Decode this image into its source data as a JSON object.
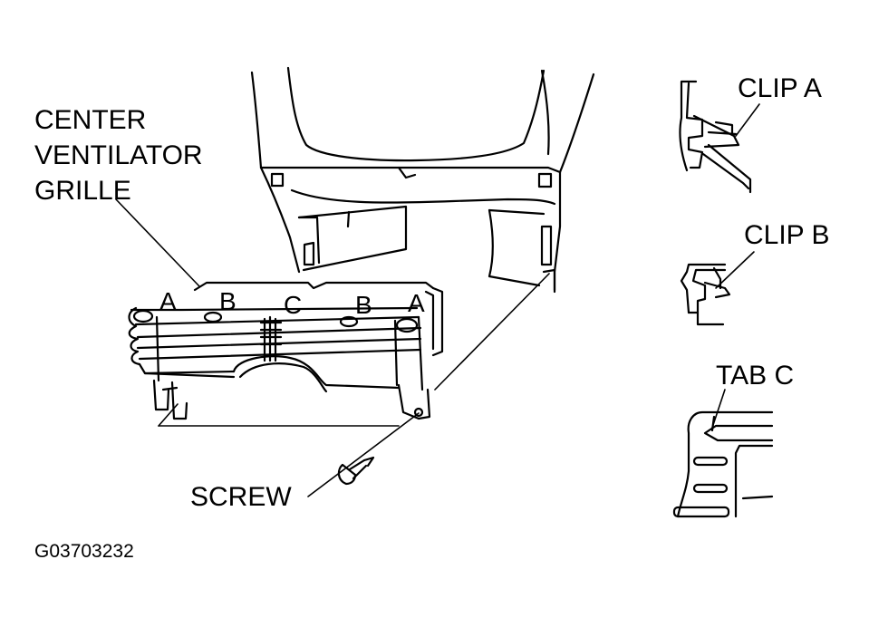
{
  "labels": {
    "center_line1": "CENTER",
    "center_line2": "VENTILATOR",
    "center_line3": "GRILLE",
    "clip_a": "CLIP A",
    "clip_b": "CLIP B",
    "tab_c": "TAB C",
    "screw": "SCREW",
    "marker_a_left": "A",
    "marker_b_left": "B",
    "marker_c": "C",
    "marker_b_right": "B",
    "marker_a_right": "A",
    "figure_code": "G03703232"
  }
}
